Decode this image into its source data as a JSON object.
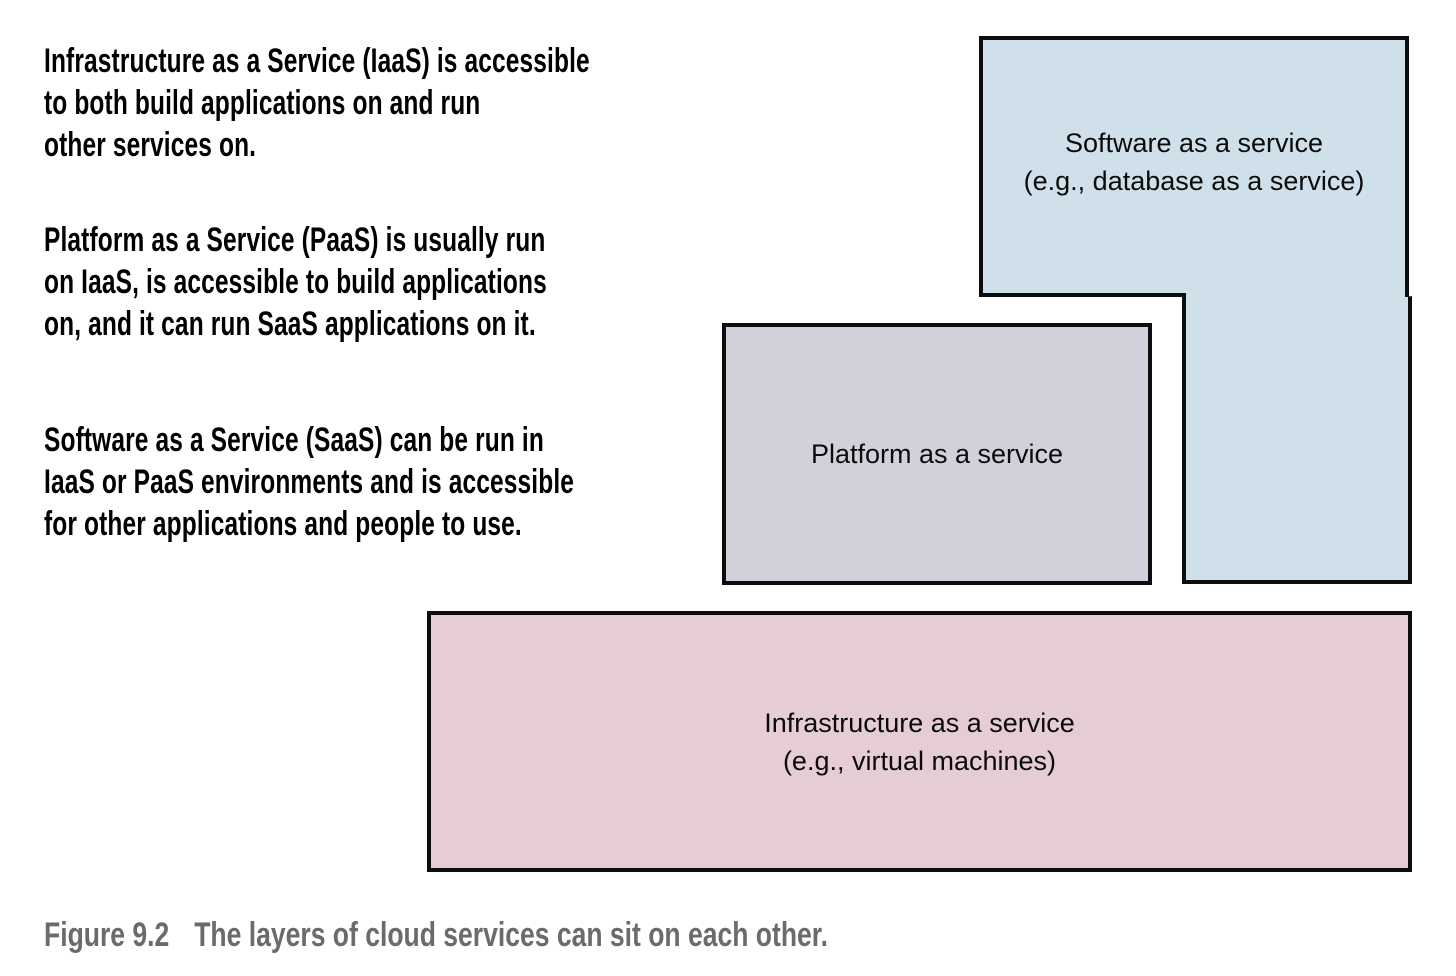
{
  "colors": {
    "background": "#ffffff",
    "saas_fill": "#cfe0ea",
    "paas_fill": "#d4d0db",
    "iaas_fill": "#e6ccd5",
    "box_border": "#0d0d0d",
    "strip_top_line": "#a4b2bc",
    "body_text": "#000000",
    "caption_text": "#6b6b6b"
  },
  "left_text": {
    "paragraphs": [
      {
        "lines": [
          "Infrastructure as a Service (IaaS) is accessible",
          "to both build applications on and run",
          "other services on."
        ]
      },
      {
        "lines": [
          "Platform as a Service (PaaS) is usually run",
          "on IaaS, is accessible to build applications",
          "on, and it can run SaaS applications on it."
        ]
      },
      {
        "lines": [
          "Software as a Service (SaaS) can be run in",
          "IaaS or PaaS environments and is accessible",
          "for other applications and people to use."
        ]
      }
    ]
  },
  "diagram": {
    "saas_box": {
      "lines": [
        "Software as a service",
        "(e.g., database as a service)"
      ]
    },
    "paas_box": {
      "label": "Platform as a service"
    },
    "iaas_box": {
      "lines": [
        "Infrastructure as a service",
        "(e.g., virtual machines)"
      ]
    }
  },
  "caption": {
    "figure_label": "Figure 9.2",
    "text": "The layers of cloud services can sit on each other."
  }
}
